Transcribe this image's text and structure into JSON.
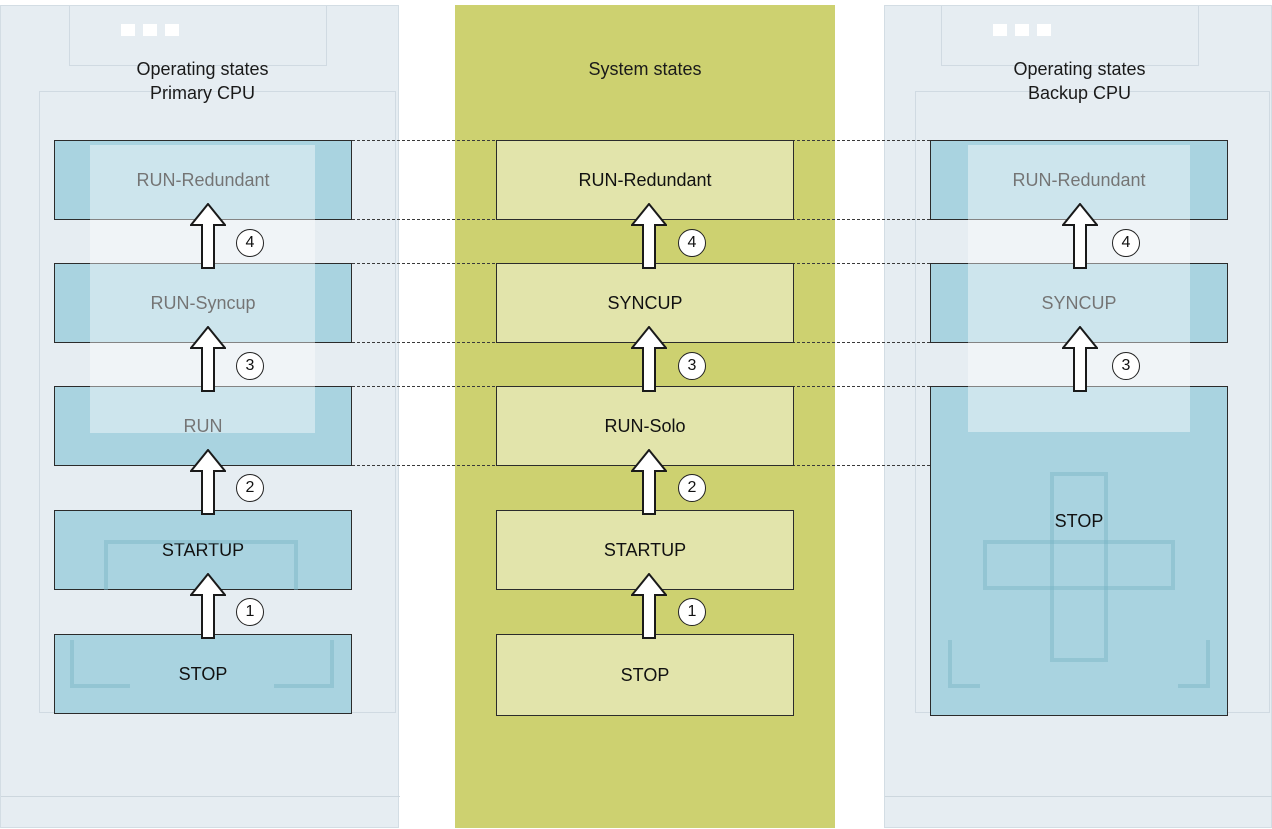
{
  "headers": {
    "primary": [
      "Operating states",
      "Primary CPU"
    ],
    "system": "System states",
    "backup": [
      "Operating states",
      "Backup CPU"
    ]
  },
  "primary_states": [
    "RUN-Redundant",
    "RUN-Syncup",
    "RUN",
    "STARTUP",
    "STOP"
  ],
  "system_states": [
    "RUN-Redundant",
    "SYNCUP",
    "RUN-Solo",
    "STARTUP",
    "STOP"
  ],
  "backup_states": [
    "RUN-Redundant",
    "SYNCUP",
    "STOP"
  ],
  "transitions": {
    "primary": [
      "4",
      "3",
      "2",
      "1"
    ],
    "system": [
      "4",
      "3",
      "2",
      "1"
    ],
    "backup": [
      "4",
      "3"
    ]
  },
  "colors": {
    "cpu_background": "#e6edf2",
    "system_background": "#cdd170",
    "cpu_state": "#a9d3e0",
    "system_state": "#e2e4ab"
  }
}
